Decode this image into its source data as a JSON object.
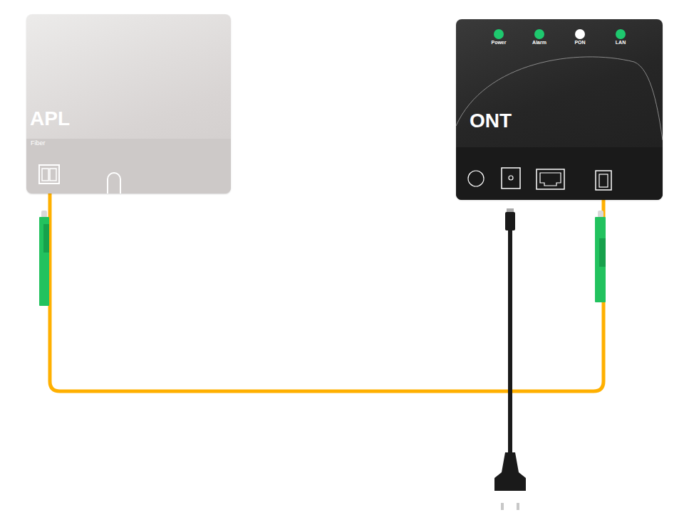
{
  "diagram": {
    "nodes": [
      {
        "text": [
          "APL",
          "Fiber"
        ]
      },
      {
        "text": [
          "Power",
          "Alarm",
          "PON",
          "LAN",
          "ONT"
        ]
      }
    ],
    "edges": [
      {
        "from": 0,
        "to": 1,
        "arrow": "none"
      }
    ]
  }
}
